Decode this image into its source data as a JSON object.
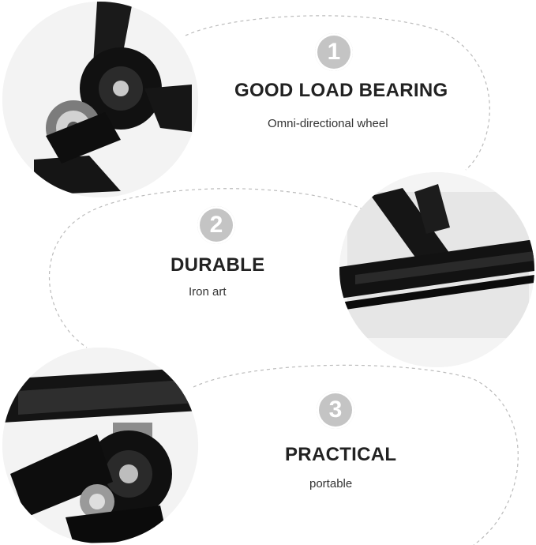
{
  "features": [
    {
      "number": "1",
      "title": "GOOD LOAD BEARING",
      "subtitle": "Omni-directional wheel"
    },
    {
      "number": "2",
      "title": "DURABLE",
      "subtitle": "Iron art"
    },
    {
      "number": "3",
      "title": "PRACTICAL",
      "subtitle": "portable"
    }
  ],
  "icons": {
    "photo1": "caster-wheel-photo",
    "photo2": "frame-corner-photo",
    "photo3": "locking-caster-photo"
  },
  "colors": {
    "badge": "#c4c4c4",
    "title": "#222222",
    "dashed_outline": "#bbbbbb"
  }
}
